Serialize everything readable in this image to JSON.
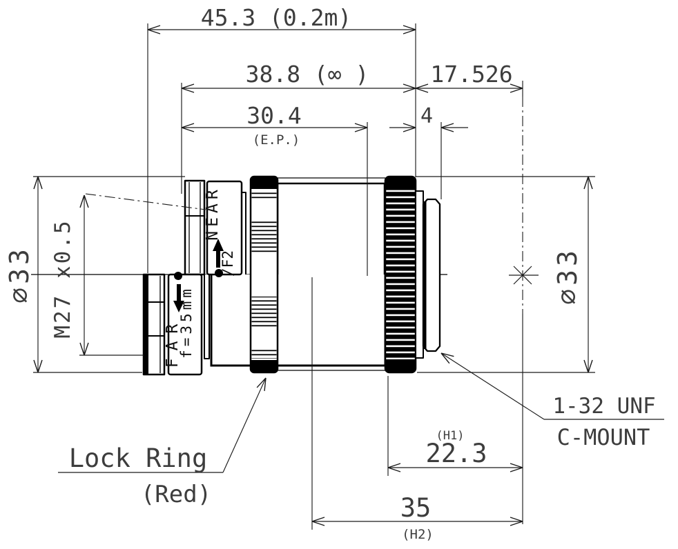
{
  "dims": {
    "overall_near": "45.3 (0.2m)",
    "overall_inf": "38.8 (∞ )",
    "flange_focal": "17.526",
    "entrance_pupil": "30.4",
    "entrance_pupil_note": "(E.P.)",
    "thread_length": "4",
    "front_diameter": "∅33",
    "front_filter_thread": "M27 x0.5",
    "rear_diameter": "∅33",
    "h1_note": "(H1)",
    "h1_to_image": "22.3",
    "h2_to_image": "35",
    "h2_note": "(H2)"
  },
  "callouts": {
    "mount_thread": "1-32 UNF",
    "mount_type": "C-MOUNT",
    "lock_ring": "Lock Ring",
    "lock_ring_color": "(Red)"
  },
  "barrel_markings": {
    "near": "NEAR",
    "aperture": "/F2",
    "far": "FAR",
    "focal_length": "f=35mm"
  },
  "colors": {
    "outline": "#000000",
    "dimension_lines": "#1a1a1a",
    "dimension_text": "#3d3d3d",
    "background": "#ffffff"
  }
}
